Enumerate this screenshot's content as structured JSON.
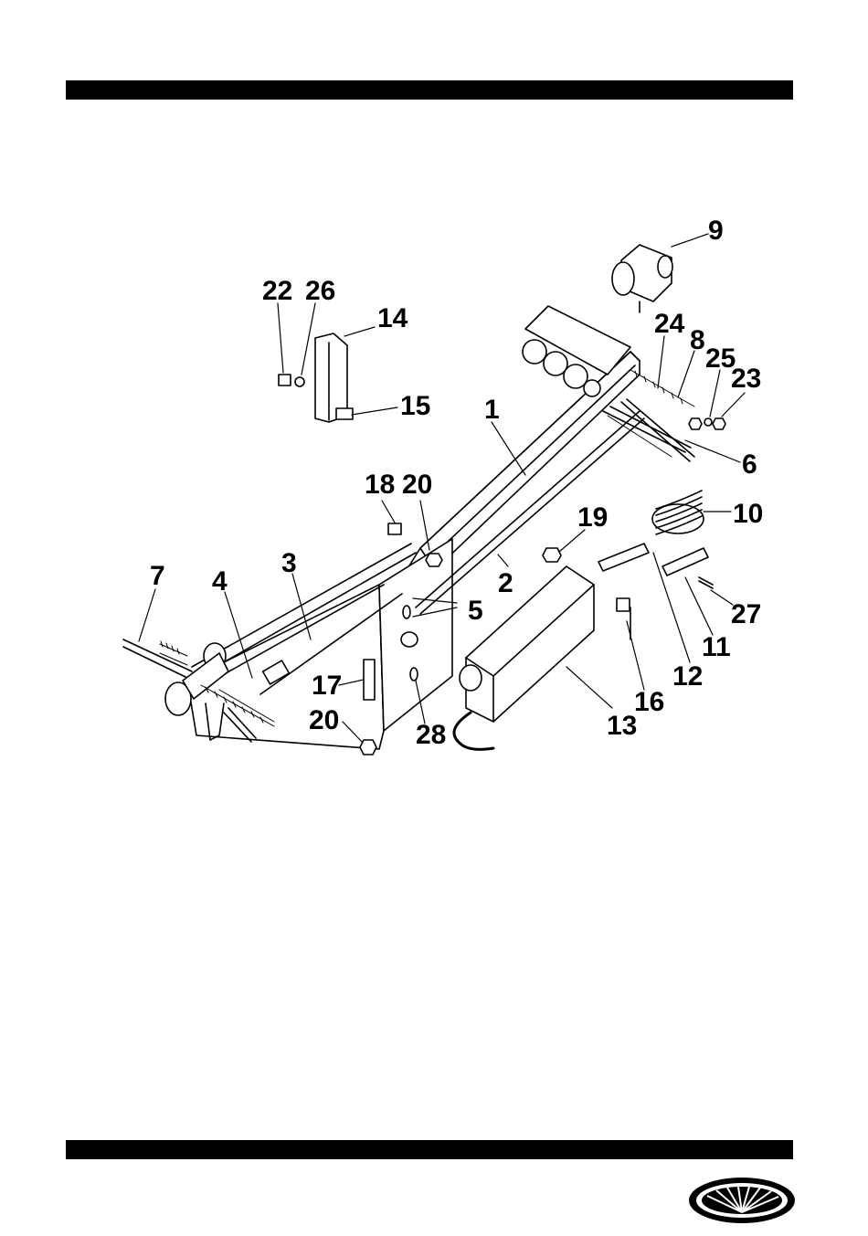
{
  "page": {
    "colors": {
      "ink": "#000000",
      "paper": "#ffffff"
    }
  },
  "diagram": {
    "callouts": [
      {
        "id": "c1",
        "label": "1"
      },
      {
        "id": "c2",
        "label": "2"
      },
      {
        "id": "c3",
        "label": "3"
      },
      {
        "id": "c4",
        "label": "4"
      },
      {
        "id": "c5",
        "label": "5"
      },
      {
        "id": "c6",
        "label": "6"
      },
      {
        "id": "c7",
        "label": "7"
      },
      {
        "id": "c8",
        "label": "8"
      },
      {
        "id": "c9",
        "label": "9"
      },
      {
        "id": "c10",
        "label": "10"
      },
      {
        "id": "c11",
        "label": "11"
      },
      {
        "id": "c12",
        "label": "12"
      },
      {
        "id": "c13",
        "label": "13"
      },
      {
        "id": "c14",
        "label": "14"
      },
      {
        "id": "c15",
        "label": "15"
      },
      {
        "id": "c16",
        "label": "16"
      },
      {
        "id": "c17",
        "label": "17"
      },
      {
        "id": "c18",
        "label": "18"
      },
      {
        "id": "c19",
        "label": "19"
      },
      {
        "id": "c20a",
        "label": "20"
      },
      {
        "id": "c20b",
        "label": "20"
      },
      {
        "id": "c22",
        "label": "22"
      },
      {
        "id": "c23",
        "label": "23"
      },
      {
        "id": "c24",
        "label": "24"
      },
      {
        "id": "c25",
        "label": "25"
      },
      {
        "id": "c26",
        "label": "26"
      },
      {
        "id": "c27",
        "label": "27"
      },
      {
        "id": "c28",
        "label": "28"
      }
    ]
  },
  "logo": {
    "icon": "sunburst-oval-logo-icon"
  }
}
